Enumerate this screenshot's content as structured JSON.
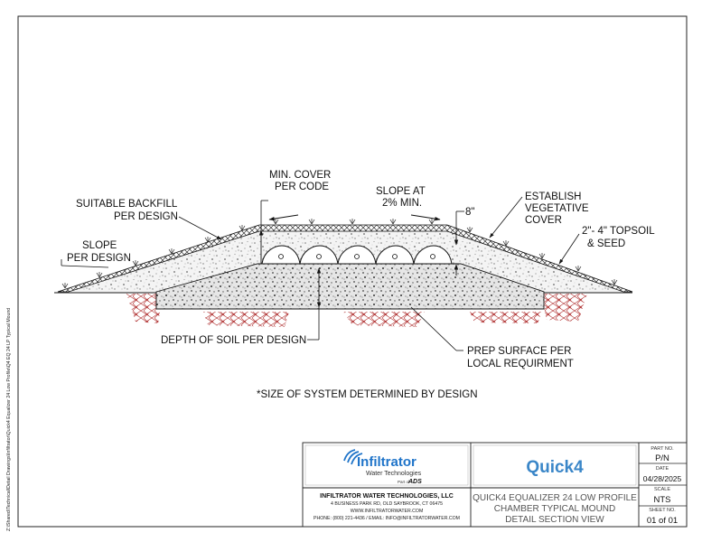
{
  "side_note": "Z:\\Shared\\Technical\\Detail Drawings\\Infiltrator\\Quick4 Equalizer 24 Low Profile\\Q4 EQ 24 LP Typical Mound",
  "labels": {
    "slope_left_1": "SLOPE",
    "slope_left_2": "PER DESIGN",
    "backfill_1": "SUITABLE BACKFILL",
    "backfill_2": "PER DESIGN",
    "min_cover_1": "MIN. COVER",
    "min_cover_2": "PER CODE",
    "slope_at_1": "SLOPE AT",
    "slope_at_2": "2% MIN.",
    "eight_inch": "8\"",
    "establish_1": "ESTABLISH",
    "establish_2": "VEGETATIVE",
    "establish_3": "COVER",
    "topsoil_1": "2\"- 4\" TOPSOIL",
    "topsoil_2": "& SEED",
    "depth_soil": "DEPTH OF SOIL PER DESIGN",
    "prep_1": "PREP SURFACE PER",
    "prep_2": "LOCAL REQUIRMENT",
    "size_note": "*SIZE OF SYSTEM DETERMINED BY DESIGN"
  },
  "title_block": {
    "logo_name": "Infiltrator",
    "logo_tagline": "Water Technologies",
    "logo_part_of": "Part of",
    "logo_ads": "ADS",
    "company": "INFILTRATOR WATER TECHNOLOGIES, LLC",
    "address": "4 BUSINESS PARK RD, OLD SAYBROOK, CT 06475",
    "website": "WWW.INFILTRATORWATER.COM",
    "contact": "PHONE: (800) 221-4436 / EMAIL: INFO@INFILTRATORWATER.COM",
    "product": "Quick4",
    "title_1": "QUICK4 EQUALIZER 24 LOW PROFILE",
    "title_2": "CHAMBER TYPICAL MOUND",
    "title_3": "DETAIL SECTION VIEW",
    "part_no_label": "PART NO.",
    "part_no": "P/N",
    "date_label": "DATE",
    "date": "04/28/2025",
    "scale_label": "SCALE",
    "scale": "NTS",
    "sheet_label": "SHEET NO.",
    "sheet": "01 of 01"
  },
  "colors": {
    "line": "#111111",
    "logo_blue": "#1f74c9",
    "product_blue": "#3a86c8",
    "native_soil": "#b03030",
    "fill_grey": "#888888"
  }
}
